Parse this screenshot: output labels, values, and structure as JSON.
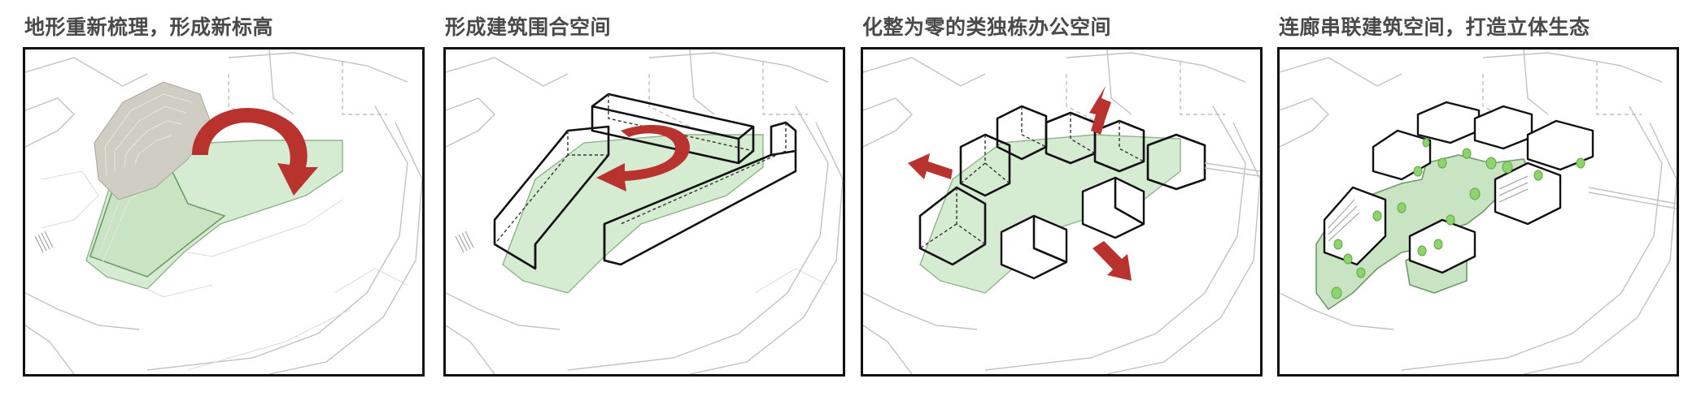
{
  "panels": [
    {
      "title": "地形重新梳理，形成新标高"
    },
    {
      "title": "形成建筑围合空间"
    },
    {
      "title": "化整为零的类独栋办公空间"
    },
    {
      "title": "连廊串联建筑空间，打造立体生态"
    }
  ],
  "colors": {
    "arrow": "#b8322e",
    "green_fill": "#d6ecd2",
    "building_outline": "#111111",
    "title_text": "#4a4a4a",
    "tree": "#8fd36f",
    "hill": "#cfcdc4"
  }
}
